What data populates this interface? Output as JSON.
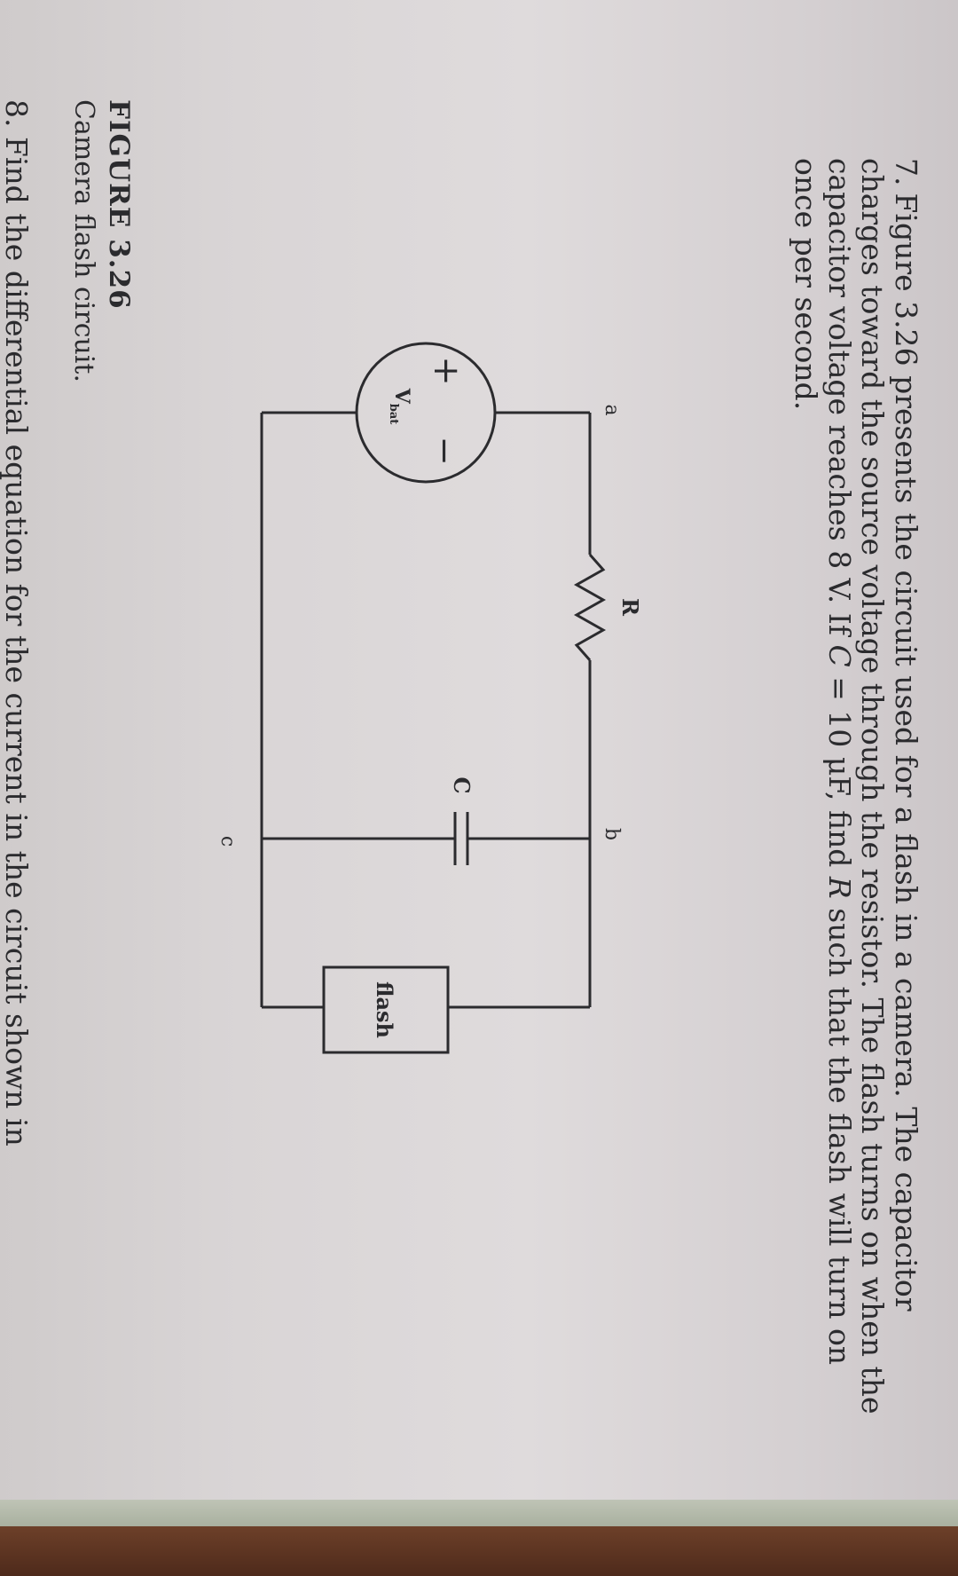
{
  "problem": {
    "number": "7.",
    "text_parts": [
      "Figure 3.26 presents the circuit used for a flash in a camera. The capacitor charges toward the source voltage through the resistor. The flash turns on when the capacitor voltage reaches 8 V. If ",
      "C",
      " = 10 μF, find ",
      "R",
      " such that the flash will turn on once per second."
    ]
  },
  "figure": {
    "title": "FIGURE 3.26",
    "caption": "Camera flash circuit.",
    "labels": {
      "node_a": "a",
      "node_b": "b",
      "node_c": "c",
      "resistor": "R",
      "capacitor": "C",
      "flash": "flash",
      "source_plus": "+",
      "source_minus": "−",
      "source_v": "V",
      "source_sub": "bat"
    }
  },
  "next_problem_fragment": "8. Find the differential equation for the current in the circuit shown in"
}
